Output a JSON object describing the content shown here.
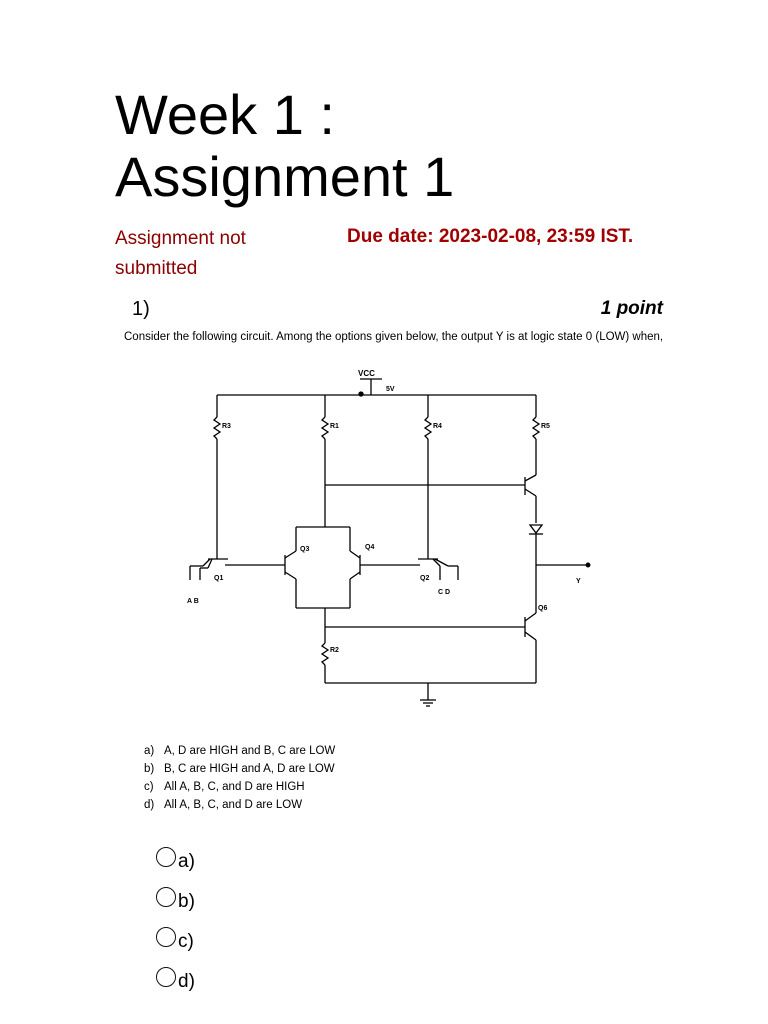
{
  "page": {
    "title_line1": "Week 1 :",
    "title_line2": "Assignment 1",
    "status": "Assignment not submitted",
    "due": "Due date: 2023-02-08, 23:59 IST."
  },
  "question": {
    "number": "1)",
    "points": "1 point",
    "text": "Consider the following circuit. Among the options given below, the output Y is at logic state 0 (LOW) when,",
    "circuit_labels": {
      "vcc": "VCC",
      "vcc_value": "5V",
      "r1": "R1",
      "r2": "R2",
      "r3": "R3",
      "r4": "R4",
      "r5": "R5",
      "q1": "Q1",
      "q2": "Q2",
      "q3": "Q3",
      "q4": "Q4",
      "q6": "Q6",
      "inputs_left": "A B",
      "inputs_right": "C D",
      "output": "Y"
    },
    "options": [
      {
        "letter": "a)",
        "text": "A, D are HIGH and B, C are LOW"
      },
      {
        "letter": "b)",
        "text": "B, C are HIGH and A, D are LOW"
      },
      {
        "letter": "c)",
        "text": "All A, B, C, and D are HIGH"
      },
      {
        "letter": "d)",
        "text": "All A, B, C, and D are LOW"
      }
    ],
    "choices": [
      "a)",
      "b)",
      "c)",
      "d)"
    ]
  }
}
